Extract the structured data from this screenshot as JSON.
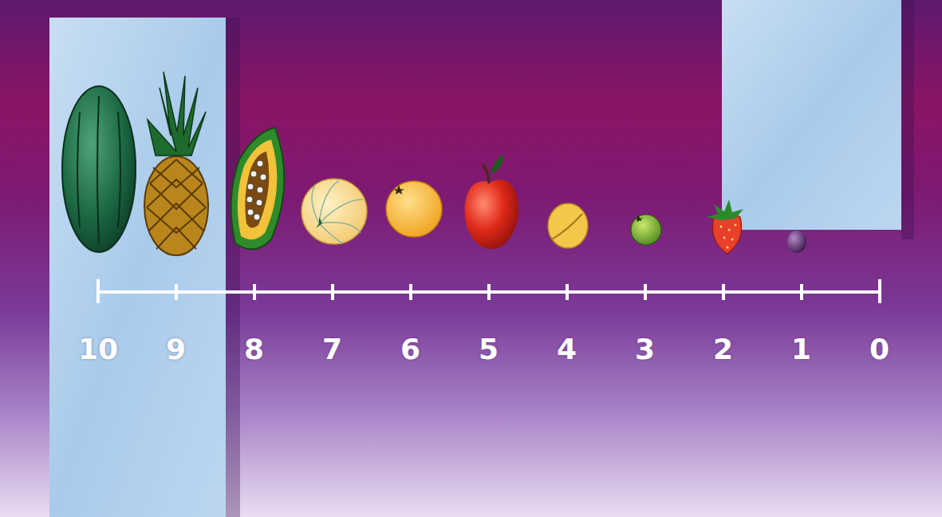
{
  "diagram": {
    "labels": [
      "10",
      "9",
      "8",
      "7",
      "6",
      "5",
      "4",
      "3",
      "2",
      "1",
      "0"
    ]
  }
}
